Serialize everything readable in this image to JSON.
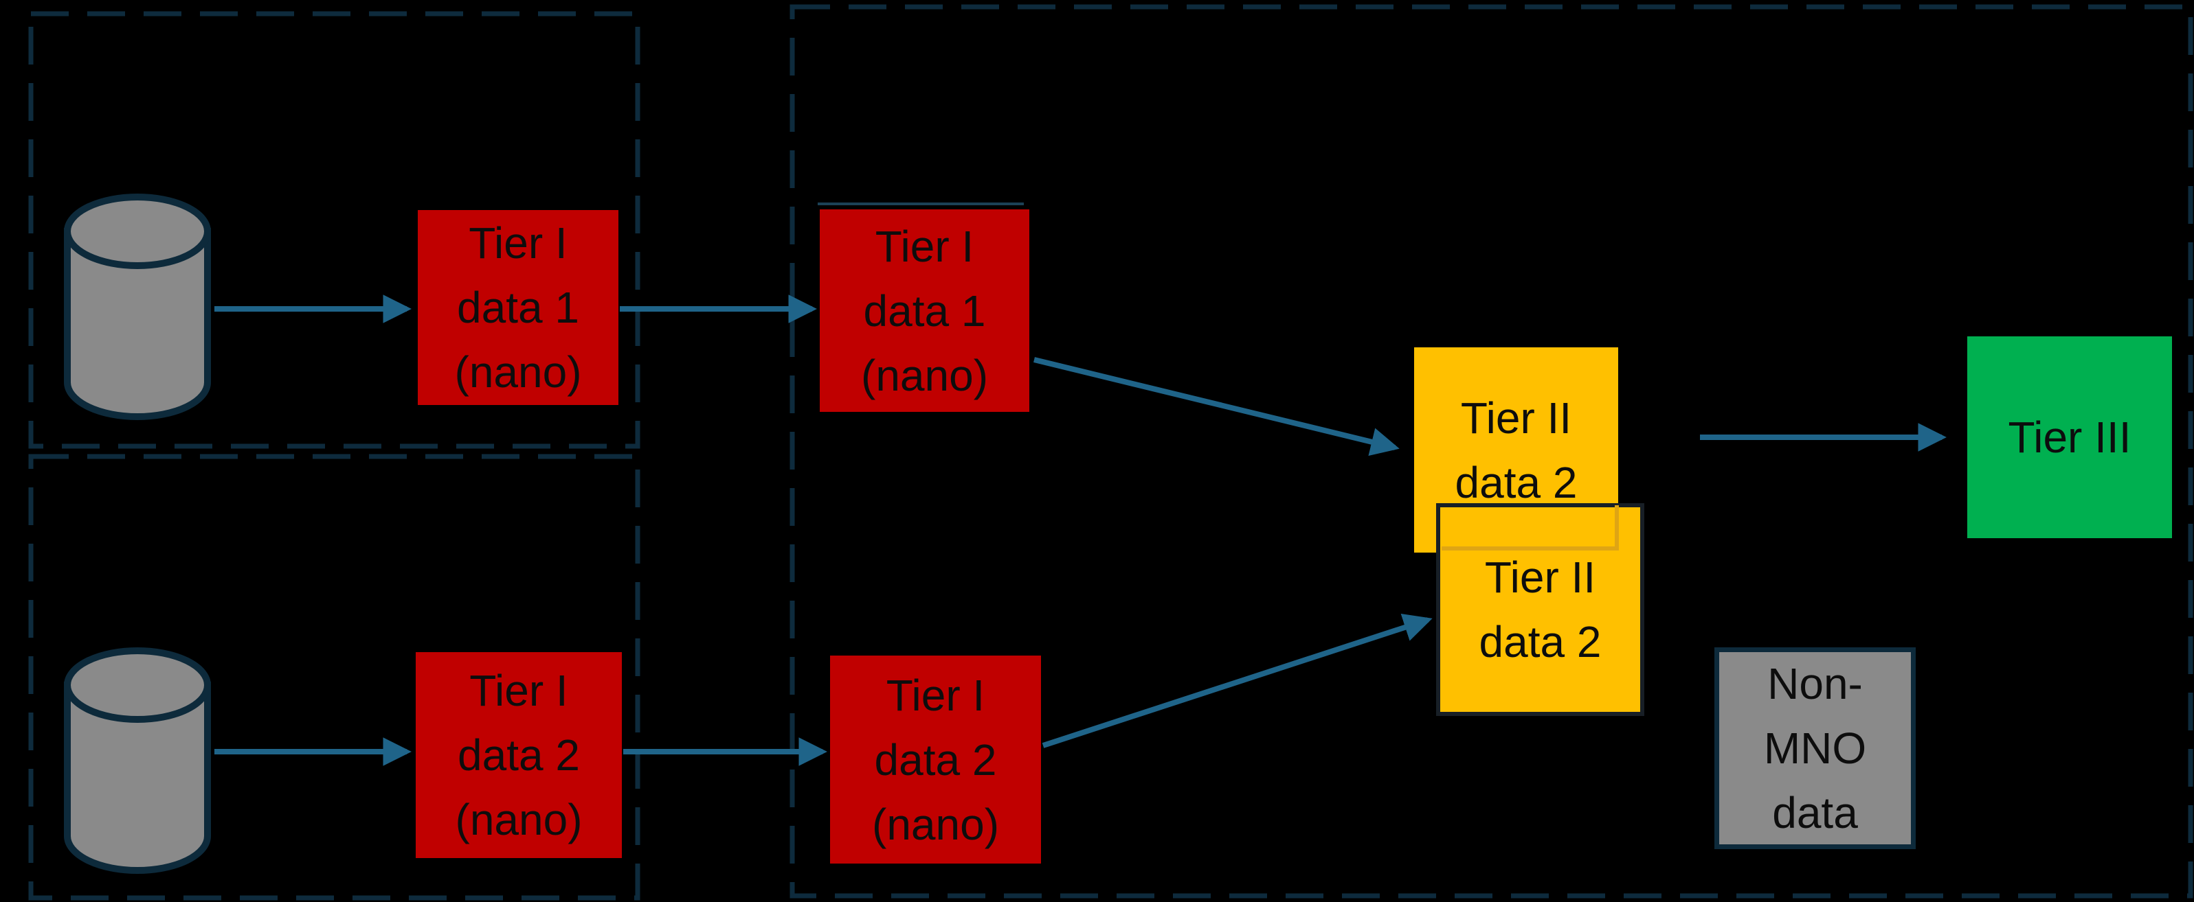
{
  "diagram": {
    "description": "Data tier flow diagram",
    "background": "#000000",
    "colors": {
      "dashed_border": "#0E2B3D",
      "arrow": "#1F6489",
      "tier1_red": "#C00000",
      "tier2_yellow": "#FFC000",
      "tier3_green": "#00B050",
      "gray_fill": "#8A8A8A",
      "outline_navy": "#0D2A3B",
      "overlap_edge": "#DFA514"
    },
    "nodes": {
      "database_1": {
        "icon": "database-cylinder-icon",
        "label": ""
      },
      "database_2": {
        "icon": "database-cylinder-icon",
        "label": ""
      },
      "tier1_data1_source": {
        "lines": [
          "Tier I",
          "data 1",
          "(nano)"
        ]
      },
      "tier1_data1_platform": {
        "lines": [
          "Tier I",
          "data 1",
          "(nano)"
        ]
      },
      "tier1_data2_source": {
        "lines": [
          "Tier I",
          "data 2",
          "(nano)"
        ]
      },
      "tier1_data2_platform": {
        "lines": [
          "Tier I",
          "data 2",
          "(nano)"
        ]
      },
      "tier2_back": {
        "lines": [
          "Tier II",
          "data 2"
        ]
      },
      "tier2_front": {
        "lines": [
          "Tier II",
          "data 2"
        ]
      },
      "tier3": {
        "lines": [
          "Tier III"
        ]
      },
      "non_mno": {
        "lines": [
          "Non-MNO",
          "data"
        ]
      }
    }
  }
}
